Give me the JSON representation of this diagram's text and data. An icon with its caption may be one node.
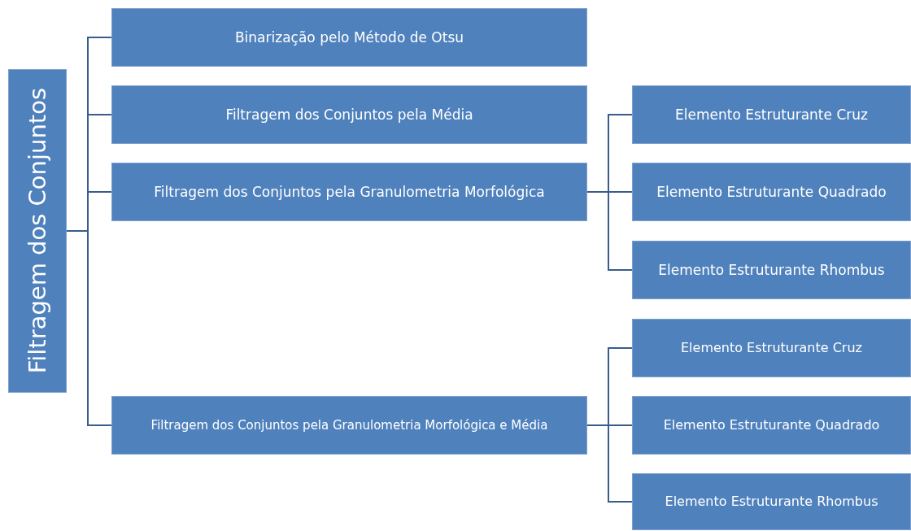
{
  "diagram": {
    "nodes": [
      {
        "text": [
          "Filtragem dos Conjuntos"
        ]
      },
      {
        "text": [
          "Binarização pelo Método de Otsu"
        ]
      },
      {
        "text": [
          "Filtragem dos Conjuntos pela Média"
        ]
      },
      {
        "text": [
          "Filtragem dos Conjuntos pela Granulometria Morfológica"
        ]
      },
      {
        "text": [
          "Elemento Estruturante Cruz"
        ]
      },
      {
        "text": [
          "Elemento Estruturante Quadrado"
        ]
      },
      {
        "text": [
          "Elemento Estruturante Rhombus"
        ]
      },
      {
        "text": [
          "Filtragem dos Conjuntos pela Granulometria Morfológica e Média"
        ]
      },
      {
        "text": [
          "Elemento Estruturante Cruz"
        ]
      },
      {
        "text": [
          "Elemento Estruturante Quadrado"
        ]
      },
      {
        "text": [
          "Elemento Estruturante Rhombus"
        ]
      }
    ],
    "edges": [
      {
        "from": 0,
        "to": 1,
        "arrow": "none"
      },
      {
        "from": 0,
        "to": 2,
        "arrow": "none"
      },
      {
        "from": 0,
        "to": 3,
        "arrow": "none"
      },
      {
        "from": 0,
        "to": 7,
        "arrow": "none"
      },
      {
        "from": 3,
        "to": 4,
        "arrow": "none"
      },
      {
        "from": 3,
        "to": 5,
        "arrow": "none"
      },
      {
        "from": 3,
        "to": 6,
        "arrow": "none"
      },
      {
        "from": 7,
        "to": 8,
        "arrow": "none"
      },
      {
        "from": 7,
        "to": 9,
        "arrow": "none"
      },
      {
        "from": 7,
        "to": 10,
        "arrow": "none"
      }
    ]
  }
}
